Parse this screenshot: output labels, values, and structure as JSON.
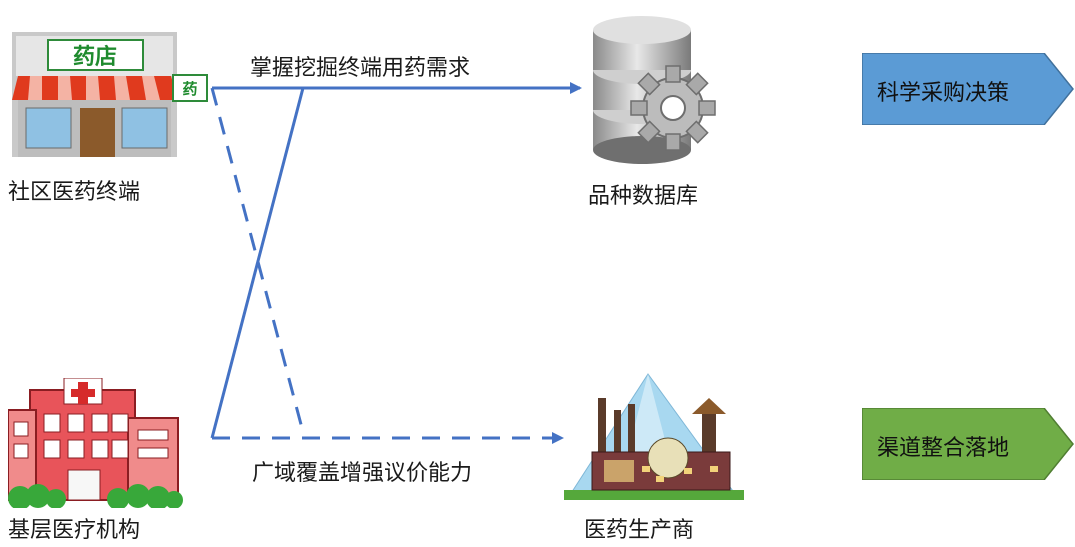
{
  "nodes": {
    "pharmacy": {
      "label": "社区医药终端",
      "sign": "药店",
      "small_sign": "药"
    },
    "clinic": {
      "label": "基层医疗机构"
    },
    "database": {
      "label": "品种数据库"
    },
    "manufacturer": {
      "label": "医药生产商"
    }
  },
  "flows": {
    "top_label": "掌握挖掘终端用药需求",
    "bottom_label": "广域覆盖增强议价能力"
  },
  "outcomes": {
    "procurement": {
      "label": "科学采购决策",
      "color": "#5b9bd5"
    },
    "channel": {
      "label": "渠道整合落地",
      "color": "#70ad47"
    }
  },
  "colors": {
    "line": "#4472c4"
  }
}
